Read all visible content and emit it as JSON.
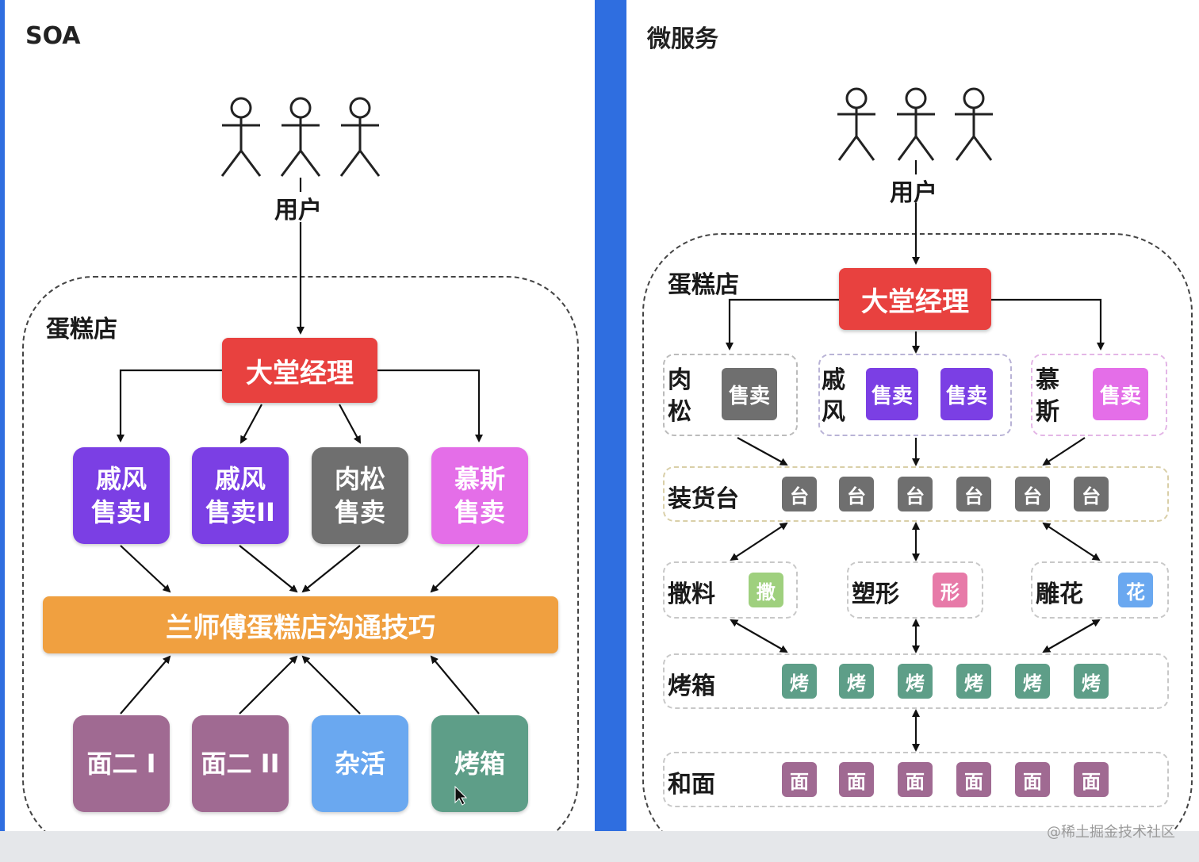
{
  "soa": {
    "title": "SOA",
    "user_label": "用户",
    "shop_label": "蛋糕店",
    "manager": "大堂经理",
    "services": [
      {
        "label": "戚风\n售卖I",
        "color": "#7b3fe4"
      },
      {
        "label": "戚风\n售卖II",
        "color": "#7b3fe4"
      },
      {
        "label": "肉松\n售卖",
        "color": "#6f6f6f"
      },
      {
        "label": "慕斯\n售卖",
        "color": "#e46ee8"
      }
    ],
    "bus": "兰师傅蛋糕店沟通技巧",
    "workers": [
      {
        "label": "面二 I",
        "color": "#a06a92"
      },
      {
        "label": "面二 II",
        "color": "#a06a92"
      },
      {
        "label": "杂活",
        "color": "#6aa8f0"
      },
      {
        "label": "烤箱",
        "color": "#5e9e88"
      }
    ]
  },
  "micro": {
    "title": "微服务",
    "user_label": "用户",
    "shop_label": "蛋糕店",
    "manager": "大堂经理",
    "groups": [
      {
        "label": "肉\n松",
        "items": [
          "售卖"
        ],
        "color": "#6f6f6f"
      },
      {
        "label": "戚\n风",
        "items": [
          "售卖",
          "售卖"
        ],
        "color": "#7b3fe4"
      },
      {
        "label": "慕\n斯",
        "items": [
          "售卖"
        ],
        "color": "#e46ee8"
      }
    ],
    "loading": {
      "label": "装货台",
      "item": "台",
      "count": 6,
      "color": "#6f6f6f"
    },
    "mid": [
      {
        "label": "撒料",
        "item": "撒",
        "color": "#9fd07e"
      },
      {
        "label": "塑形",
        "item": "形",
        "color": "#e77aa8"
      },
      {
        "label": "雕花",
        "item": "花",
        "color": "#6aa8f0"
      }
    ],
    "oven": {
      "label": "烤箱",
      "item": "烤",
      "count": 6,
      "color": "#5e9e88"
    },
    "dough": {
      "label": "和面",
      "item": "面",
      "count": 6,
      "color": "#a06a92"
    }
  },
  "watermark": "@稀土掘金技术社区",
  "colors": {
    "divider": "#2f6ee0",
    "manager": "#e8413f",
    "bus": "#f0a040"
  }
}
